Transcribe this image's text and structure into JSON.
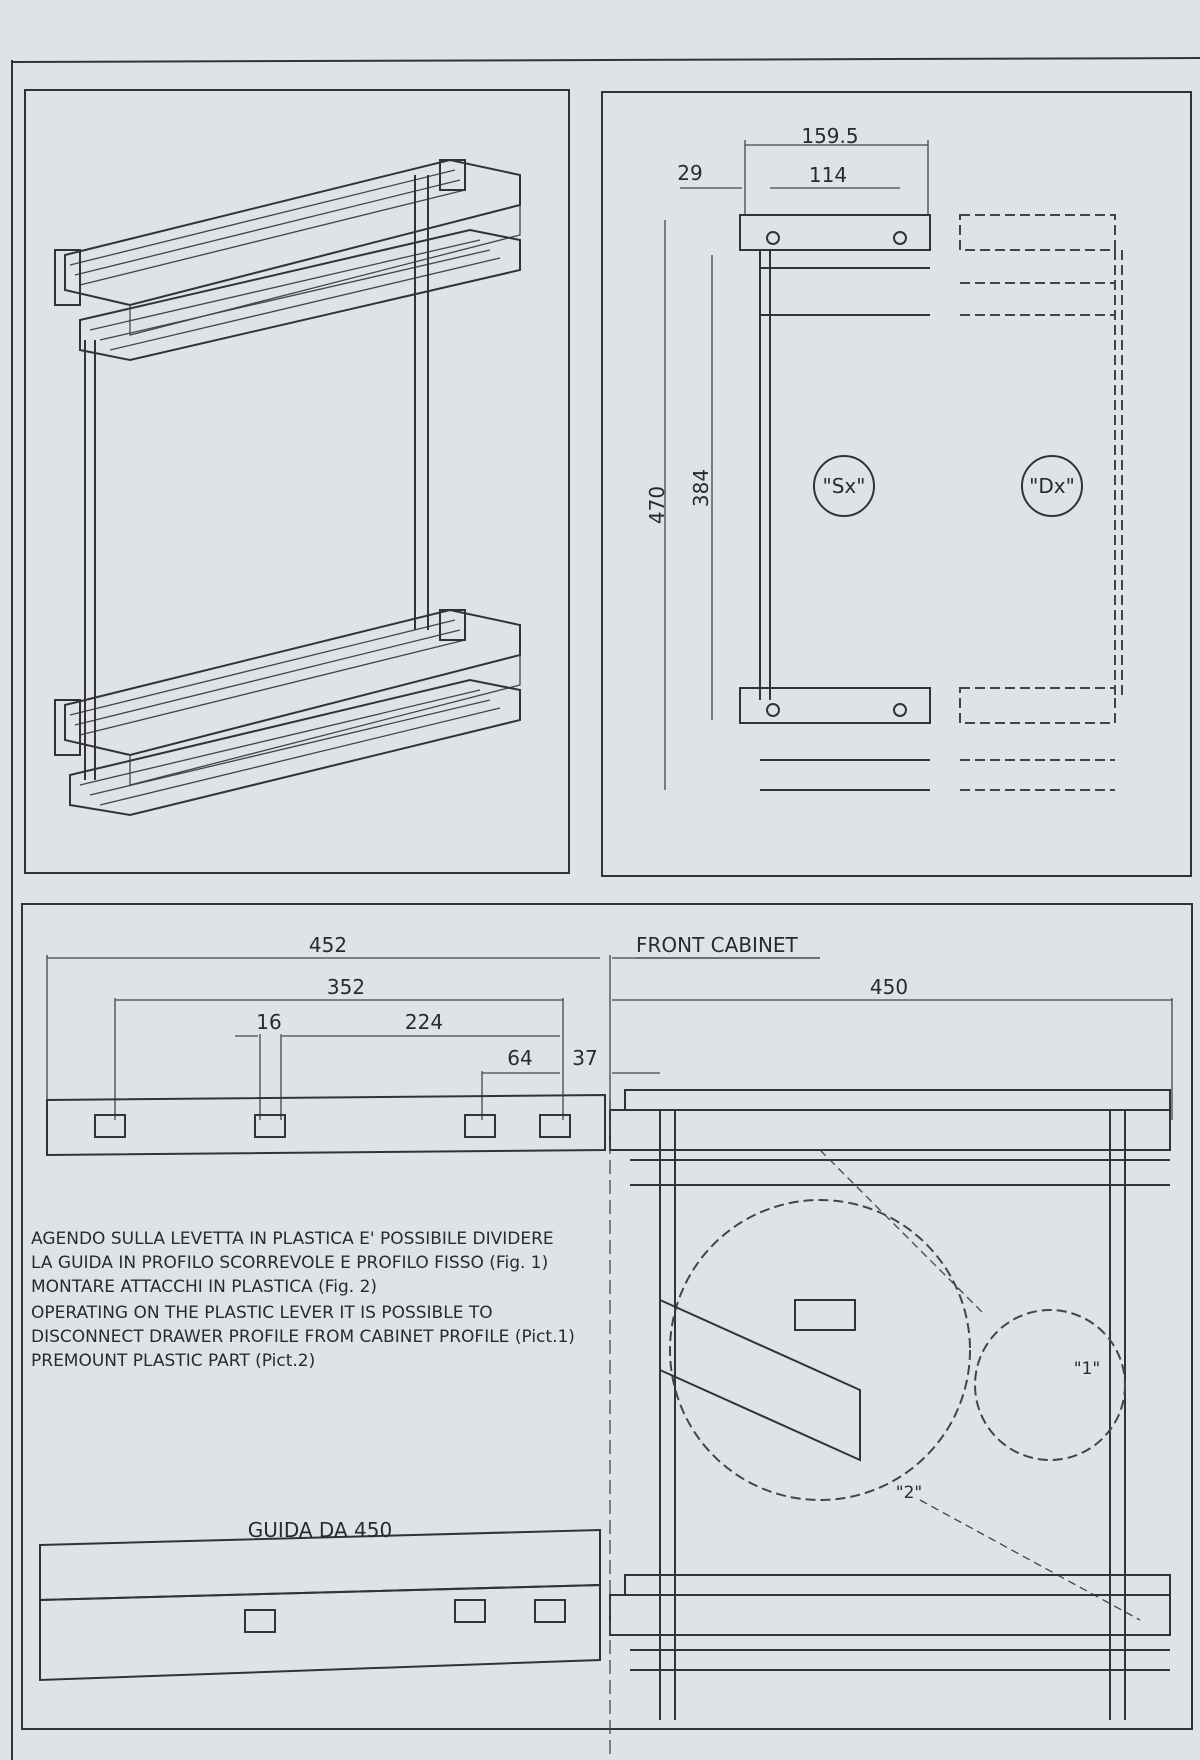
{
  "top_right": {
    "dim_overall_width": "159.5",
    "dim_offset": "29",
    "dim_hole_spacing": "114",
    "dim_height": "470",
    "dim_inner_height": "384",
    "label_left": "\"Sx\"",
    "label_right": "\"Dx\""
  },
  "bottom": {
    "dim_rail_length": "452",
    "front_cabinet_label": "FRONT CABINET",
    "dim_352": "352",
    "dim_cabinet_depth": "450",
    "dim_16": "16",
    "dim_224": "224",
    "dim_64": "64",
    "dim_37": "37",
    "instructions_it": [
      "AGENDO SULLA LEVETTA IN PLASTICA E' POSSIBILE DIVIDERE",
      "LA GUIDA IN PROFILO SCORREVOLE E PROFILO FISSO (Fig. 1)",
      "MONTARE ATTACCHI IN PLASTICA (Fig. 2)"
    ],
    "instructions_en": [
      "OPERATING ON THE PLASTIC LEVER IT IS POSSIBLE TO",
      "DISCONNECT DRAWER PROFILE FROM CABINET PROFILE (Pict.1)",
      "PREMOUNT PLASTIC PART (Pict.2)"
    ],
    "guide_label": "GUIDA DA 450",
    "callout_1": "\"1\"",
    "callout_2": "\"2\""
  }
}
